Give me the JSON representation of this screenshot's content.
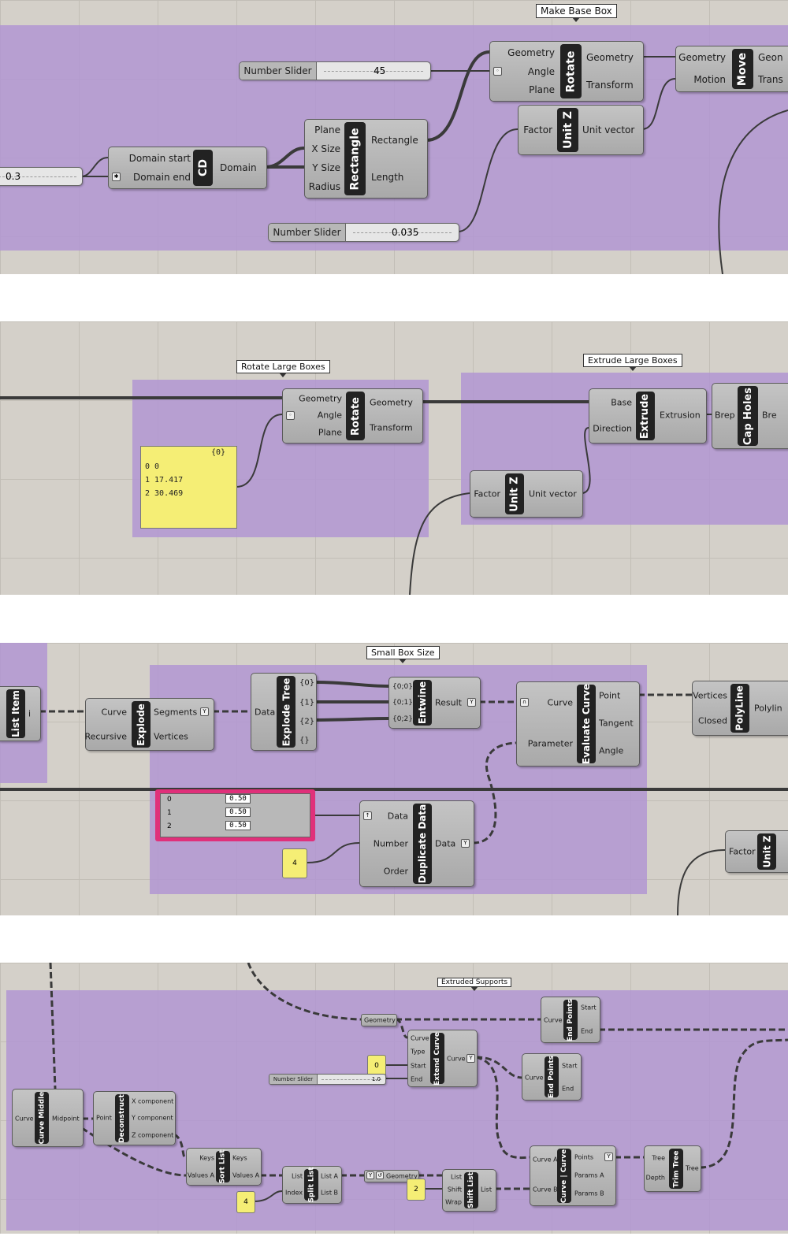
{
  "p1": {
    "group_title": "Make Base Box",
    "slider_a": {
      "label": "Number Slider",
      "value": "45"
    },
    "slider_b": {
      "label": "Number Slider",
      "value": "0.035"
    },
    "slider_c": {
      "value": "0.3"
    },
    "cd": {
      "title": "CD",
      "inputs": [
        "Domain start",
        "Domain end"
      ],
      "outputs": [
        "Domain"
      ]
    },
    "rect": {
      "title": "Rectangle",
      "inputs": [
        "Plane",
        "X Size",
        "Y Size",
        "Radius"
      ],
      "outputs": [
        "Rectangle",
        "Length"
      ]
    },
    "rotate": {
      "title": "Rotate",
      "inputs": [
        "Geometry",
        "Angle",
        "Plane"
      ],
      "outputs": [
        "Geometry",
        "Transform"
      ]
    },
    "unitz": {
      "title": "Unit Z",
      "inputs": [
        "Factor"
      ],
      "outputs": [
        "Unit vector"
      ]
    },
    "move": {
      "title": "Move",
      "inputs": [
        "Geometry",
        "Motion"
      ],
      "outputs": [
        "Geon",
        "Trans"
      ]
    }
  },
  "p2": {
    "group1_title": "Rotate Large Boxes",
    "group2_title": "Extrude Large Boxes",
    "rotate": {
      "title": "Rotate",
      "inputs": [
        "Geometry",
        "Angle",
        "Plane"
      ],
      "outputs": [
        "Geometry",
        "Transform"
      ]
    },
    "panel": {
      "header": "{0}",
      "rows": [
        "0 0",
        "1 17.417",
        "2 30.469"
      ]
    },
    "extrude": {
      "title": "Extrude",
      "inputs": [
        "Base",
        "Direction"
      ],
      "outputs": [
        "Extrusion"
      ]
    },
    "capholes": {
      "title": "Cap Holes",
      "inputs": [
        "Brep"
      ],
      "outputs": [
        "Bre"
      ]
    },
    "unitz": {
      "title": "Unit Z",
      "inputs": [
        "Factor"
      ],
      "outputs": [
        "Unit vector"
      ]
    }
  },
  "p3": {
    "group_title": "Small Box Size",
    "listitem": {
      "title": "List Item",
      "outputs": [
        "i"
      ]
    },
    "explode": {
      "title": "Explode",
      "inputs": [
        "Curve",
        "Recursive"
      ],
      "outputs": [
        "Segments",
        "Vertices"
      ]
    },
    "explodetree": {
      "title": "Explode Tree",
      "inputs": [
        "Data"
      ],
      "outputs": [
        "{0}",
        "{1}",
        "{2}",
        "{}"
      ]
    },
    "entwine": {
      "title": "Entwine",
      "inputs": [
        "{0;0}",
        "{0;1}",
        "{0;2}"
      ],
      "outputs": [
        "Result"
      ]
    },
    "evalcurve": {
      "title": "Evaluate Curve",
      "inputs": [
        "Curve",
        "Parameter"
      ],
      "outputs": [
        "Point",
        "Tangent",
        "Angle"
      ]
    },
    "polyline": {
      "title": "PolyLine",
      "inputs": [
        "Vertices",
        "Closed"
      ],
      "outputs": [
        "Polylin"
      ]
    },
    "valuelist": {
      "rows": [
        {
          "i": "0",
          "v": "0.50"
        },
        {
          "i": "1",
          "v": "0.50"
        },
        {
          "i": "2",
          "v": "0.50"
        }
      ]
    },
    "number": "4",
    "dupdata": {
      "title": "Duplicate Data",
      "inputs": [
        "Data",
        "Number",
        "Order"
      ],
      "outputs": [
        "Data"
      ]
    },
    "unitz": {
      "title": "Unit Z",
      "inputs": [
        "Factor"
      ]
    }
  },
  "p4": {
    "group_title": "Extruded Supports",
    "geometry_param": "Geometry",
    "endpoints1": {
      "title": "End Points",
      "inputs": [
        "Curve"
      ],
      "outputs": [
        "Start",
        "End"
      ]
    },
    "extendcurve": {
      "title": "Extend Curve",
      "inputs": [
        "Curve",
        "Type",
        "Start",
        "End"
      ],
      "outputs": [
        "Curve"
      ]
    },
    "number0": "0",
    "slider": {
      "label": "Number Slider",
      "value": "1.0"
    },
    "endpoints2": {
      "title": "End Points",
      "inputs": [
        "Curve"
      ],
      "outputs": [
        "Start",
        "End"
      ]
    },
    "curvemiddle": {
      "title": "Curve Middle",
      "inputs": [
        "Curve"
      ],
      "outputs": [
        "Midpoint"
      ]
    },
    "deconstruct": {
      "title": "Deconstruct",
      "inputs": [
        "Point"
      ],
      "outputs": [
        "X component",
        "Y component",
        "Z component"
      ]
    },
    "sortlist": {
      "title": "Sort List",
      "inputs": [
        "Keys",
        "Values A"
      ],
      "outputs": [
        "Keys",
        "Values A"
      ]
    },
    "number4": "4",
    "splitlist": {
      "title": "Split List",
      "inputs": [
        "List",
        "Index"
      ],
      "outputs": [
        "List A",
        "List B"
      ]
    },
    "geometry2": "Geometry",
    "number2": "2",
    "shiftlist": {
      "title": "Shift List",
      "inputs": [
        "List",
        "Shift",
        "Wrap"
      ],
      "outputs": [
        "List"
      ]
    },
    "curvecurve": {
      "title": "Curve | Curve",
      "inputs": [
        "Curve A",
        "Curve B"
      ],
      "outputs": [
        "Points",
        "Params A",
        "Params B"
      ]
    },
    "trimtree": {
      "title": "Trim Tree",
      "inputs": [
        "Tree",
        "Depth"
      ],
      "outputs": [
        "Tree"
      ]
    }
  }
}
